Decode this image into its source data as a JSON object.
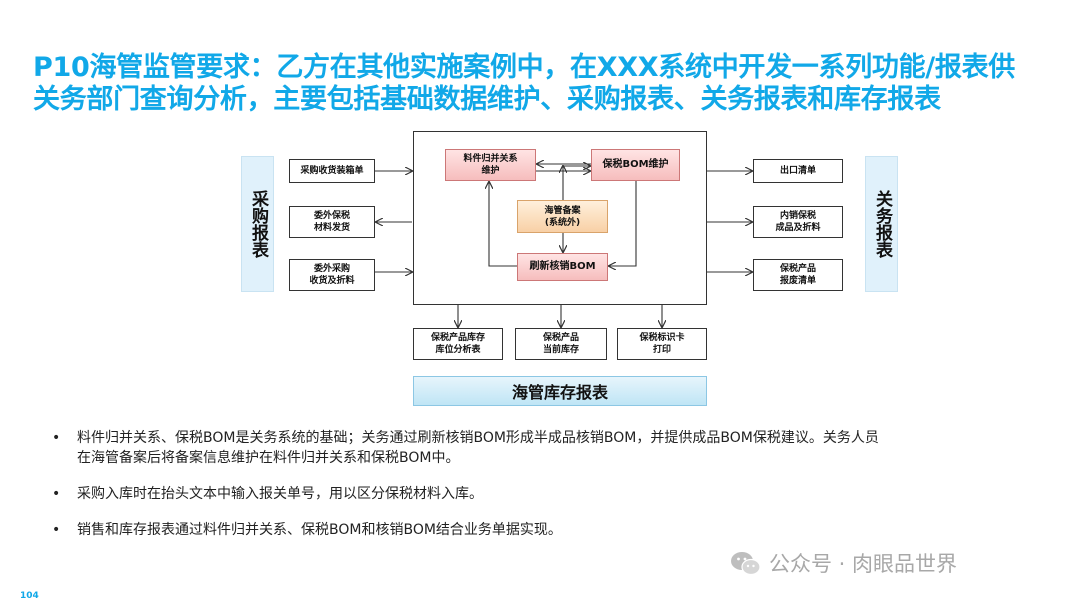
{
  "title": {
    "line1": "P10海管监管要求：乙方在其他实施案例中，在XXX系统中开发一系列功能/报表供",
    "line2": "关务部门查询分析，主要包括基础数据维护、采购报表、关务报表和库存报表"
  },
  "diagram": {
    "left_bar": "采购报表",
    "right_bar": "关务报表",
    "left_items": [
      "采购收货装箱单",
      "委外保税\n材料发货",
      "委外采购\n收货及折料"
    ],
    "right_items": [
      "出口清单",
      "内销保税\n成品及折料",
      "保税产品\n报废清单"
    ],
    "center_items": {
      "merge": "料件归并关系\n维护",
      "bond_bom": "保税BOM维护",
      "record": "海管备案\n(系统外)",
      "refresh": "刷新核销BOM"
    },
    "bottom_items": [
      "保税产品库存\n库位分析表",
      "保税产品\n当前库存",
      "保税标识卡\n打印"
    ],
    "inventory_title": "海管库存报表"
  },
  "bullets": [
    "料件归并关系、保税BOM是关务系统的基础；关务通过刷新核销BOM形成半成品核销BOM，并提供成品BOM保税建议。关务人员\n在海管备案后将备案信息维护在料件归并关系和保税BOM中。",
    "采购入库时在抬头文本中输入报关单号，用以区分保税材料入库。",
    "销售和库存报表通过料件归并关系、保税BOM和核销BOM结合业务单据实现。"
  ],
  "watermark": "公众号 · 肉眼品世界",
  "page_number": "104",
  "colors": {
    "accent": "#11A8E8",
    "pink": "#F6BDBD",
    "orange": "#F8D0A6",
    "light_blue": "#E0F1FB"
  }
}
